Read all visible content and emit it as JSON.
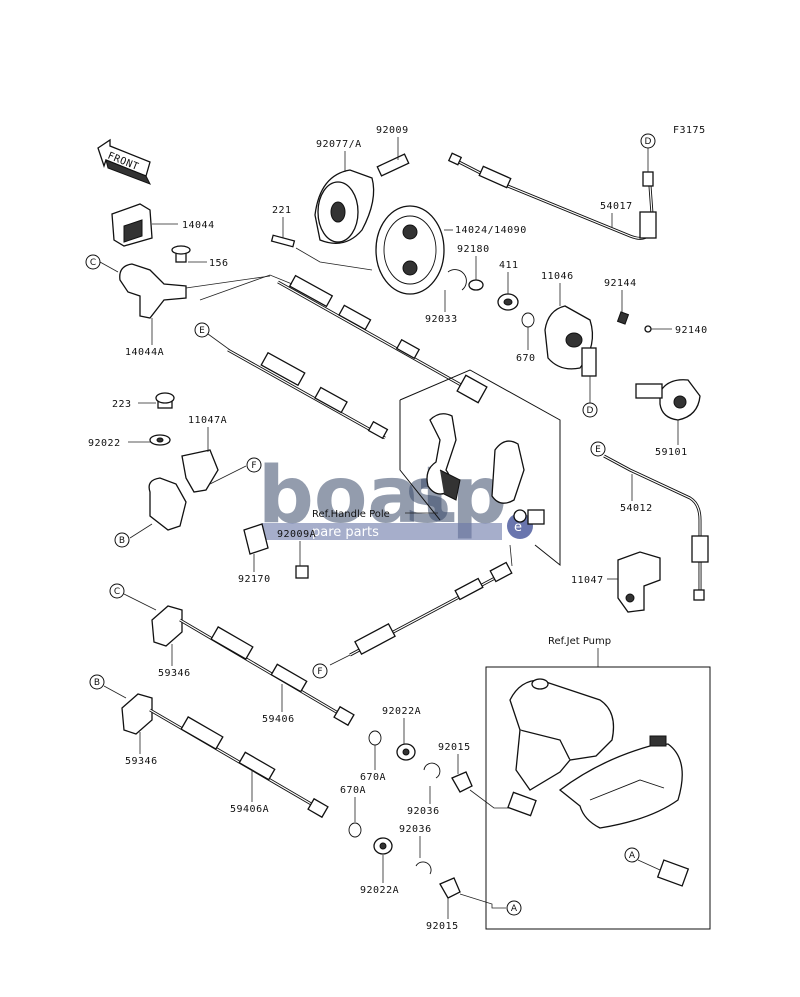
{
  "diagram_code": "F3175",
  "front_label": "FRONT",
  "refs": {
    "handle_pole": "Ref.Handle Pole",
    "jet_pump": "Ref.Jet Pump"
  },
  "watermark": {
    "brand_left": "boat",
    "brand_right": "sp",
    "tagline": "pare parts",
    "suffix": "e"
  },
  "parts": {
    "p92009_top": "92009",
    "p92077A": "92077/A",
    "p221": "221",
    "p14024": "14024/14090",
    "p14044": "14044",
    "p156": "156",
    "p14044A": "14044A",
    "p92180": "92180",
    "p92033": "92033",
    "p411": "411",
    "p54017": "54017",
    "p11046": "11046",
    "p92144": "92144",
    "p670": "670",
    "p92140": "92140",
    "p59101": "59101",
    "p223": "223",
    "p11047A": "11047A",
    "p92022": "92022",
    "p92009_mid": "92009A",
    "p92170": "92170",
    "p54012": "54012",
    "p11047": "11047",
    "p59346_c": "59346",
    "p59406": "59406",
    "p59346_b": "59346",
    "p59406A": "59406A",
    "p92022A_top": "92022A",
    "p670A_top": "670A",
    "p92015_top": "92015",
    "p92036_top": "92036",
    "p670A_bot": "670A",
    "p92036_bot": "92036",
    "p92022A_bot": "92022A",
    "p92015_bot": "92015"
  },
  "markers": {
    "A1": "A",
    "A2": "A",
    "B1": "B",
    "B2": "B",
    "C1": "C",
    "C2": "C",
    "D1": "D",
    "D2": "D",
    "E1": "E",
    "E2": "E",
    "F1": "F",
    "F2": "F"
  }
}
